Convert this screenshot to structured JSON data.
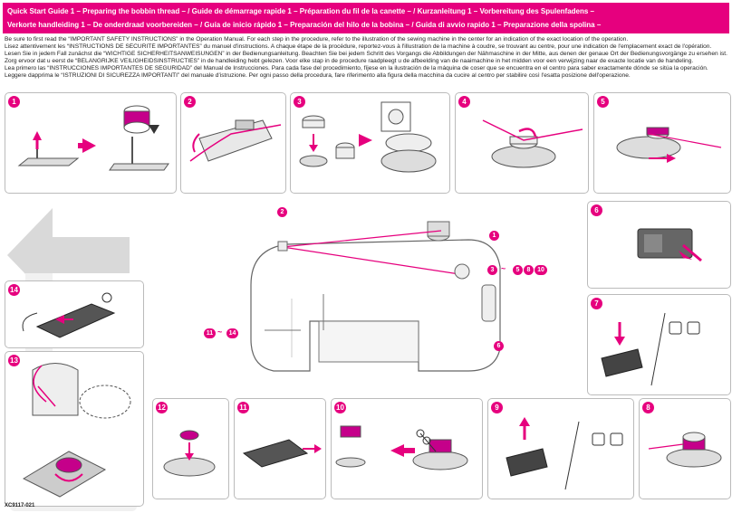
{
  "header": {
    "line1": "Quick Start Guide 1 – Preparing the bobbin thread – / Guide de démarrage rapide 1 – Préparation du fil de la canette – / Kurzanleitung 1 – Vorbereitung des Spulenfadens –",
    "line2": "Verkorte handleiding 1 – De onderdraad voorbereiden – / Guía de inicio rápido 1 – Preparación del hilo de la bobina – / Guida di avvio rapido 1 – Preparazione della spolina –"
  },
  "intro": [
    "Be sure to first read the “IMPORTANT SAFETY INSTRUCTIONS” in the Operation Manual. For each step in the procedure, refer to the illustration of the sewing machine in the center for an indication of the exact location of the operation.",
    "Lisez attentivement les “INSTRUCTIONS DE SÉCURITÉ IMPORTANTES” du manuel d'instructions. A chaque étape de la procédure, reportez-vous à l'illustration de la machine à coudre, se trouvant au centre, pour une indication de l'emplacement exact de l'opération.",
    "Lesen Sie in jedem Fall zunächst die “WICHTIGE SICHERHEITSANWEISUNGEN” in der Bedienungsanleitung. Beachten Sie bei jedem Schritt des Vorgangs die Abbildungen der Nähmaschine in der Mitte, aus denen der genaue Ort der Bedienungsvorgänge zu ersehen ist.",
    "Zorg ervoor dat u eerst de “BELANGRIJKE VEILIGHEIDSINSTRUCTIES” in de handleiding hebt gelezen. Voor elke stap in de procedure raadpleegt u de afbeelding van de naaimachine in het midden voor een verwijzing naar de exacte locatie van de handeling.",
    "Lea primero las “INSTRUCCIONES IMPORTANTES DE SEGURIDAD” del Manual de Instrucciones. Para cada fase del procedimiento, fíjese en la ilustración de la máquina de coser que se encuentra en el centro para saber exactamente dónde se sitúa la operación.",
    "Leggere dapprima le “ISTRUZIONI DI SICUREZZA IMPORTANTI” del manuale d'istruzione. Per ogni passo della procedura, fare riferimento alla figura della macchina da cucire al centro per stabilire così l'esatta posizione dell'operazione."
  ],
  "steps": {
    "s1": "1",
    "s2": "2",
    "s3": "3",
    "s4": "4",
    "s5": "5",
    "s6": "6",
    "s7": "7",
    "s8": "8",
    "s9": "9",
    "s10": "10",
    "s11": "11",
    "s12": "12",
    "s13": "13",
    "s14": "14"
  },
  "callouts": {
    "c1": "1",
    "c2": "2",
    "c3": "3",
    "tilde": "~",
    "c5": "5",
    "c8": "8",
    "c10": "10",
    "c11": "11",
    "c14": "14",
    "c6": "6"
  },
  "code": "XC9117-021",
  "colors": {
    "accent": "#e6007e",
    "arrow_gray": "#d9d9d9"
  }
}
